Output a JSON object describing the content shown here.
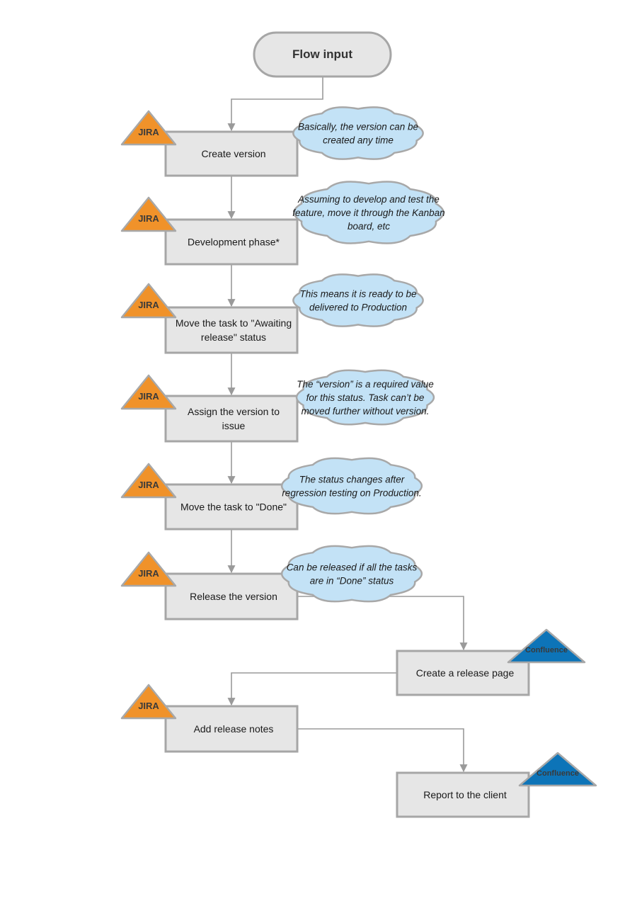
{
  "start": {
    "label": "Flow input"
  },
  "steps": [
    {
      "label": [
        "Create version"
      ],
      "tag": "JIRA",
      "note": [
        "Basically, the version can be",
        "created any time"
      ]
    },
    {
      "label": [
        "Development phase*"
      ],
      "tag": "JIRA",
      "note": [
        "Assuming to develop and test the",
        "feature, move it through the Kanban",
        "board, etc"
      ]
    },
    {
      "label": [
        "Move the task to \"Awaiting",
        "release\" status"
      ],
      "tag": "JIRA",
      "note": [
        "This means it is ready to be",
        "delivered to Production"
      ]
    },
    {
      "label": [
        "Assign the version to",
        "issue"
      ],
      "tag": "JIRA",
      "note": [
        "The “version” is a required value",
        "for this status. Task can’t be",
        "moved further without version."
      ]
    },
    {
      "label": [
        "Move the task to \"Done\""
      ],
      "tag": "JIRA",
      "note": [
        "The status changes after",
        "regression testing on Production."
      ]
    },
    {
      "label": [
        "Release the version"
      ],
      "tag": "JIRA",
      "note": [
        "Can be released if all the tasks",
        "are in “Done” status"
      ]
    },
    {
      "label": [
        "Create a release page"
      ],
      "tag": "Confluence",
      "note": []
    },
    {
      "label": [
        "Add release notes"
      ],
      "tag": "JIRA",
      "note": []
    },
    {
      "label": [
        "Report to the client"
      ],
      "tag": "Confluence",
      "note": []
    }
  ],
  "colors": {
    "jira_tag": "#f0922a",
    "confluence_tag": "#0d74b8",
    "note_cloud": "#c3e2f6",
    "box_fill": "#e6e6e6",
    "connector": "#9a9a9a"
  }
}
